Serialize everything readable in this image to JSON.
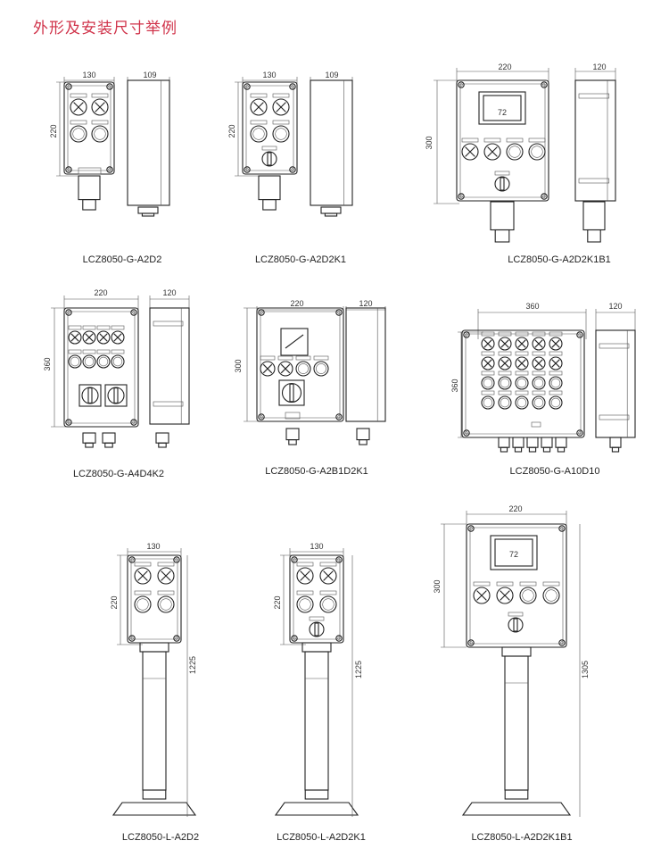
{
  "title": "外形及安装尺寸举例",
  "models": [
    {
      "name": "LCZ8050-G-A2D2",
      "width": "130",
      "depth": "109",
      "height": "220"
    },
    {
      "name": "LCZ8050-G-A2D2K1",
      "width": "130",
      "depth": "109",
      "height": "220"
    },
    {
      "name": "LCZ8050-G-A2D2K1B1",
      "width": "220",
      "depth": "120",
      "height": "300",
      "meter": "72"
    },
    {
      "name": "LCZ8050-G-A4D4K2",
      "width": "220",
      "depth": "120",
      "height": "360"
    },
    {
      "name": "LCZ8050-G-A2B1D2K1",
      "width": "220",
      "depth": "120",
      "height": "300"
    },
    {
      "name": "LCZ8050-G-A10D10",
      "width": "360",
      "depth": "120",
      "height": "360"
    },
    {
      "name": "LCZ8050-L-A2D2",
      "width": "130",
      "height": "220",
      "total_height": "1225"
    },
    {
      "name": "LCZ8050-L-A2D2K1",
      "width": "130",
      "height": "220",
      "total_height": "1225"
    },
    {
      "name": "LCZ8050-L-A2D2K1B1",
      "width": "220",
      "height": "300",
      "total_height": "1305",
      "meter": "72"
    }
  ]
}
